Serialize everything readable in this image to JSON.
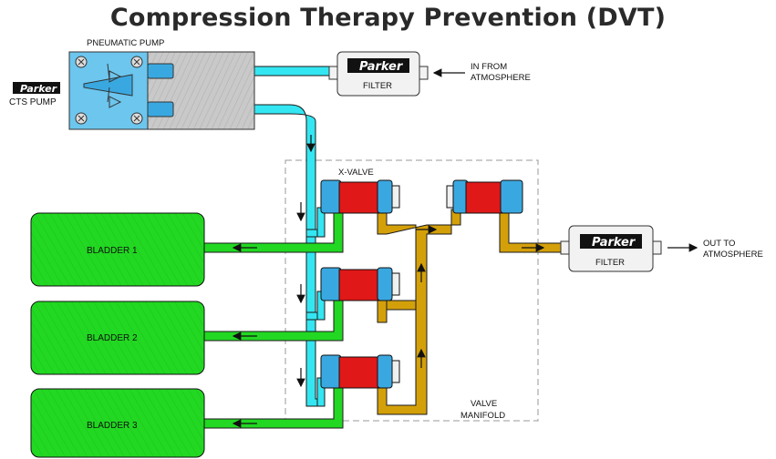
{
  "title": "Compression Therapy Prevention (DVT)",
  "pump": {
    "label_obscured": "PNEUMATIC PUMP",
    "brand": "Parker",
    "name": "CTS PUMP"
  },
  "filter_in": {
    "brand": "Parker",
    "label": "FILTER",
    "note_line1": "IN FROM",
    "note_line2": "ATMOSPHERE"
  },
  "filter_out": {
    "brand": "Parker",
    "label": "FILTER",
    "note_line1": "OUT TO",
    "note_line2": "ATMOSPHERE"
  },
  "x_valve_label": "X-VALVE",
  "manifold": {
    "line1": "VALVE",
    "line2": "MANIFOLD"
  },
  "bladders": [
    "BLADDER 1",
    "BLADDER 2",
    "BLADDER 3"
  ],
  "colors": {
    "pressure_line": "#33e6f2",
    "bladder": "#22d822",
    "exhaust_line": "#d4a00a",
    "valve_body": "#e01818",
    "valve_fitting": "#3aa8e0",
    "pump_head": "#6cc6ee",
    "pump_body": "#c8c8c8"
  }
}
